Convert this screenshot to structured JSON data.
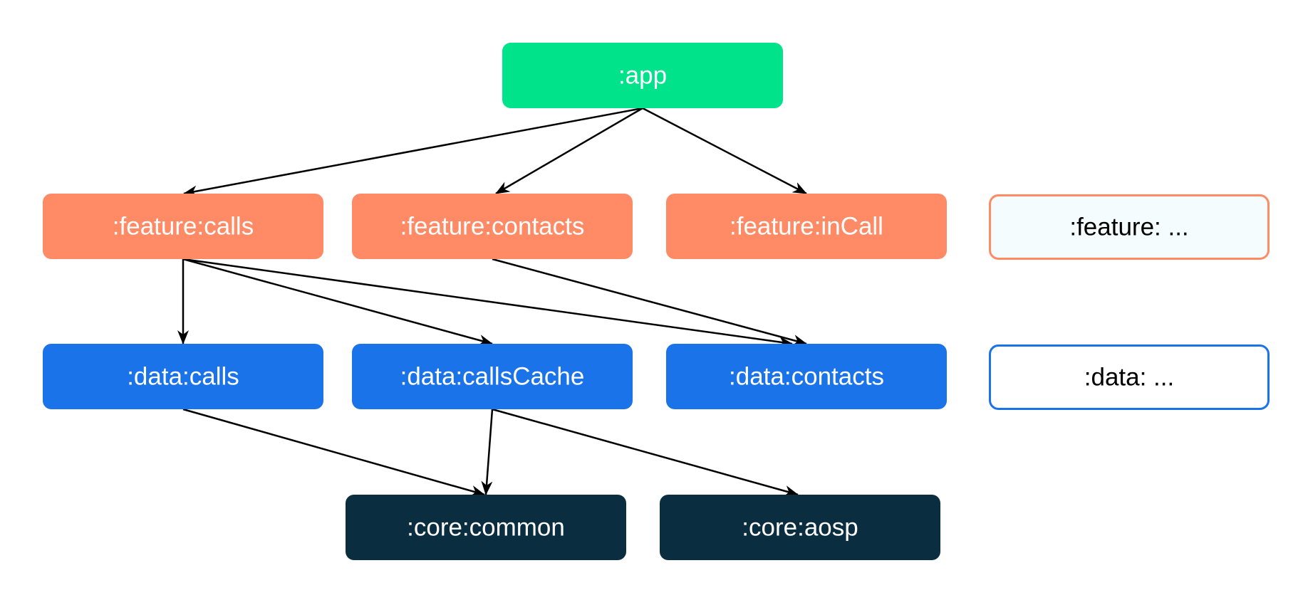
{
  "colors": {
    "app": "#00e38b",
    "feature": "#ff8a66",
    "data": "#1a73e8",
    "core": "#0a2e3f",
    "placeholder_fill": "#f5fcfd",
    "placeholder_data_fill": "#ffffff",
    "edge": "#000000",
    "text_light": "#ffffff",
    "text_dark": "#000000"
  },
  "nodes": [
    {
      "id": "app",
      "label": ":app",
      "kind": "app"
    },
    {
      "id": "feature_calls",
      "label": ":feature:calls",
      "kind": "feature"
    },
    {
      "id": "feature_contacts",
      "label": ":feature:contacts",
      "kind": "feature"
    },
    {
      "id": "feature_incall",
      "label": ":feature:inCall",
      "kind": "feature"
    },
    {
      "id": "feature_more",
      "label": ":feature: ...",
      "kind": "feature-placeholder"
    },
    {
      "id": "data_calls",
      "label": ":data:calls",
      "kind": "data"
    },
    {
      "id": "data_callscache",
      "label": ":data:callsCache",
      "kind": "data"
    },
    {
      "id": "data_contacts",
      "label": ":data:contacts",
      "kind": "data"
    },
    {
      "id": "data_more",
      "label": ":data: ...",
      "kind": "data-placeholder"
    },
    {
      "id": "core_common",
      "label": ":core:common",
      "kind": "core"
    },
    {
      "id": "core_aosp",
      "label": ":core:aosp",
      "kind": "core"
    }
  ],
  "edges": [
    {
      "from": "app",
      "to": "feature_calls"
    },
    {
      "from": "app",
      "to": "feature_contacts"
    },
    {
      "from": "app",
      "to": "feature_incall"
    },
    {
      "from": "feature_calls",
      "to": "data_calls"
    },
    {
      "from": "feature_calls",
      "to": "data_callscache"
    },
    {
      "from": "feature_calls",
      "to": "data_contacts"
    },
    {
      "from": "feature_contacts",
      "to": "data_contacts"
    },
    {
      "from": "data_calls",
      "to": "core_common"
    },
    {
      "from": "data_callscache",
      "to": "core_common"
    },
    {
      "from": "data_callscache",
      "to": "core_aosp"
    }
  ]
}
